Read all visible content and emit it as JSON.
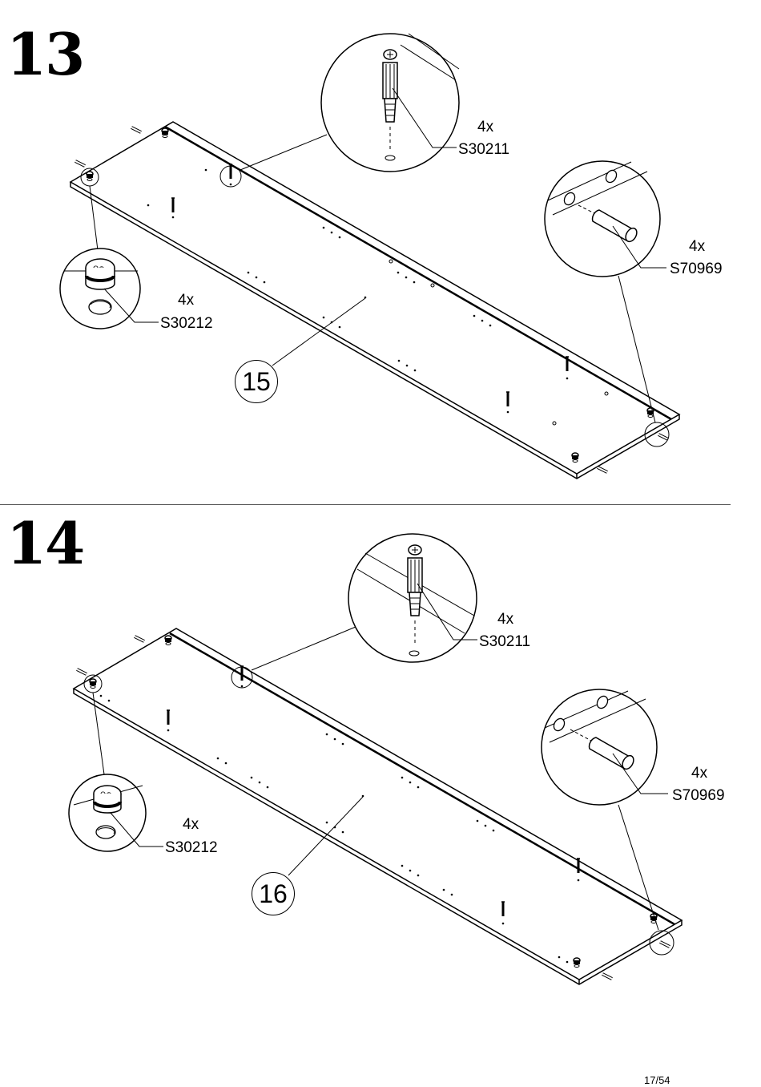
{
  "steps": [
    {
      "number": "13",
      "part_number": "15",
      "callouts": [
        {
          "qty": "4x",
          "code": "S30211",
          "icon": "dowel-screw-icon"
        },
        {
          "qty": "4x",
          "code": "S70969",
          "icon": "wooden-dowel-icon"
        },
        {
          "qty": "4x",
          "code": "S30212",
          "icon": "cam-lock-icon"
        }
      ]
    },
    {
      "number": "14",
      "part_number": "16",
      "callouts": [
        {
          "qty": "4x",
          "code": "S30211",
          "icon": "dowel-screw-icon"
        },
        {
          "qty": "4x",
          "code": "S70969",
          "icon": "wooden-dowel-icon"
        },
        {
          "qty": "4x",
          "code": "S30212",
          "icon": "cam-lock-icon"
        }
      ]
    }
  ],
  "page_number": "17/54",
  "colors": {
    "line": "#000000",
    "background": "#ffffff",
    "divider": "#555555"
  }
}
